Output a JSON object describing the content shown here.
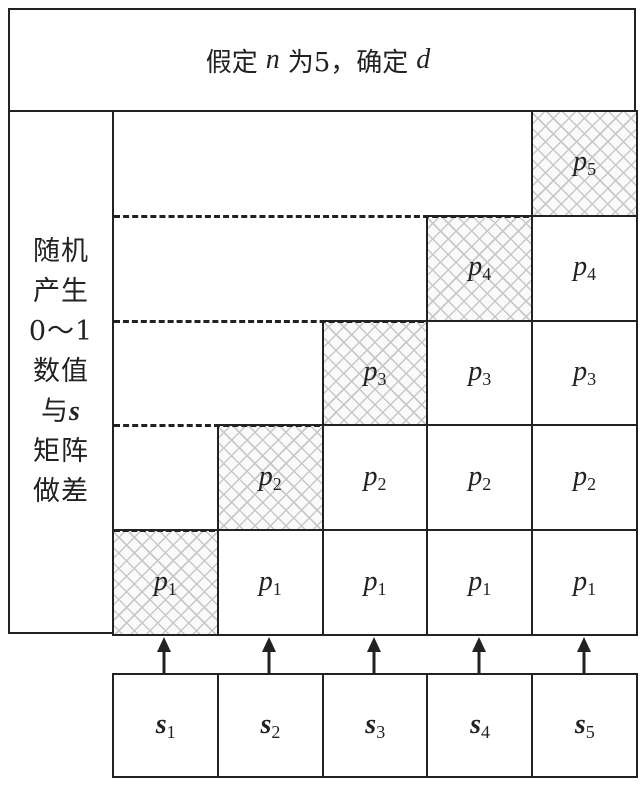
{
  "title": {
    "prefix": "假定",
    "n": "n",
    "mid": "为5，确定",
    "d": "d"
  },
  "side_text": {
    "line1": "随机",
    "line2": "产生",
    "line3": "0～1",
    "line4": "数值",
    "line5_prefix": "与",
    "line5_s": "s",
    "line6": "矩阵",
    "line7": "做差"
  },
  "rows": [
    {
      "p": "p",
      "sub": "1"
    },
    {
      "p": "p",
      "sub": "2"
    },
    {
      "p": "p",
      "sub": "3"
    },
    {
      "p": "p",
      "sub": "4"
    },
    {
      "p": "p",
      "sub": "5"
    }
  ],
  "s_labels": [
    {
      "s": "s",
      "sub": "1"
    },
    {
      "s": "s",
      "sub": "2"
    },
    {
      "s": "s",
      "sub": "3"
    },
    {
      "s": "s",
      "sub": "4"
    },
    {
      "s": "s",
      "sub": "5"
    }
  ]
}
